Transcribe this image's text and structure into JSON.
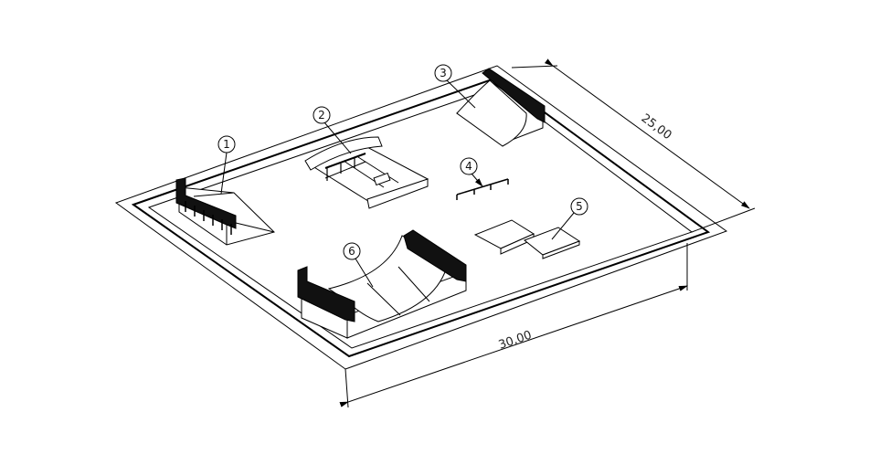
{
  "drawing": {
    "dimensions": {
      "length": "30,00",
      "width": "25,00"
    },
    "balloons": [
      "1",
      "2",
      "3",
      "4",
      "5",
      "6"
    ]
  }
}
